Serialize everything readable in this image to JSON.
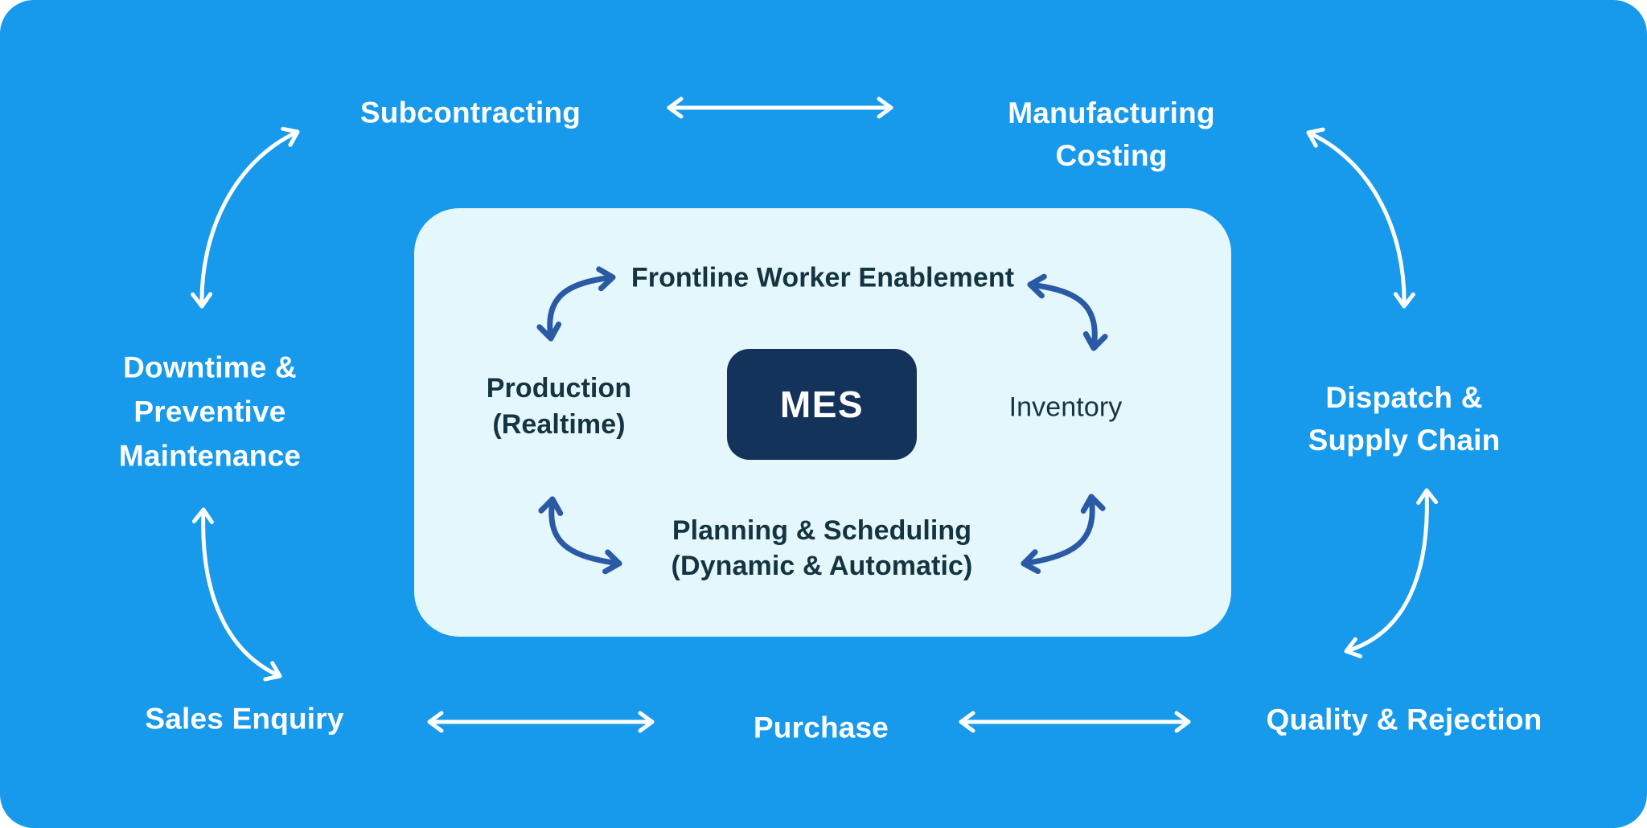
{
  "colors": {
    "azure": "#1799ec",
    "panel": "#e4f7fc",
    "navy": "#2b5aa5",
    "ink": "#153441",
    "mes": "#14335a",
    "white": "#ffffff"
  },
  "outer_labels": {
    "subcontracting": "Subcontracting",
    "manufacturing_costing": [
      "Manufacturing",
      "Costing"
    ],
    "downtime_preventive_maintenance": [
      "Downtime &",
      "Preventive",
      "Maintenance"
    ],
    "sales_enquiry": "Sales Enquiry",
    "purchase": "Purchase",
    "quality_rejection": "Quality & Rejection",
    "dispatch_supply_chain": [
      "Dispatch &",
      "Supply Chain"
    ]
  },
  "inner_labels": {
    "frontline_worker_enablement": "Frontline Worker Enablement",
    "production": [
      "Production",
      "(Realtime)"
    ],
    "mes": "MES",
    "inventory": "Inventory",
    "planning_scheduling": [
      "Planning & Scheduling",
      "(Dynamic & Automatic)"
    ]
  },
  "edges": [
    {
      "from": "Subcontracting",
      "to": "Manufacturing Costing",
      "style": "straight",
      "bidirectional": true
    },
    {
      "from": "Subcontracting",
      "to": "Downtime & Preventive Maintenance",
      "style": "curved",
      "bidirectional": true
    },
    {
      "from": "Downtime & Preventive Maintenance",
      "to": "Sales Enquiry",
      "style": "curved",
      "bidirectional": true
    },
    {
      "from": "Sales Enquiry",
      "to": "Purchase",
      "style": "straight",
      "bidirectional": true
    },
    {
      "from": "Purchase",
      "to": "Quality & Rejection",
      "style": "straight",
      "bidirectional": true
    },
    {
      "from": "Quality & Rejection",
      "to": "Dispatch & Supply Chain",
      "style": "curved",
      "bidirectional": true
    },
    {
      "from": "Dispatch & Supply Chain",
      "to": "Manufacturing Costing",
      "style": "curved",
      "bidirectional": true
    },
    {
      "from": "Production (Realtime)",
      "to": "Frontline Worker Enablement",
      "style": "curved",
      "bidirectional": true
    },
    {
      "from": "Frontline Worker Enablement",
      "to": "Inventory",
      "style": "curved",
      "bidirectional": true
    },
    {
      "from": "Production (Realtime)",
      "to": "Planning & Scheduling (Dynamic & Automatic)",
      "style": "curved",
      "bidirectional": true
    },
    {
      "from": "Planning & Scheduling (Dynamic & Automatic)",
      "to": "Inventory",
      "style": "curved",
      "bidirectional": true
    }
  ]
}
